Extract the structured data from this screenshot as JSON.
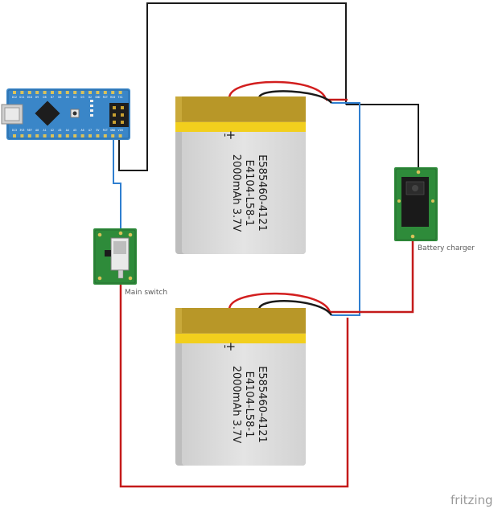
{
  "labels": {
    "main_switch": "Main switch",
    "battery_charger": "Battery charger",
    "brand": "fritzing"
  },
  "batteries": [
    {
      "model": "E585460-4121",
      "code": "E4104-L58-1",
      "spec": "2000mAh 3.7V",
      "minus": "-",
      "plus": "+"
    },
    {
      "model": "E585460-4121",
      "code": "E4104-L58-1",
      "spec": "2000mAh 3.7V",
      "minus": "-",
      "plus": "+"
    }
  ],
  "arduino_pins_top": [
    "D12",
    "D11",
    "D10",
    "D9",
    "D8",
    "D7",
    "D6",
    "D5",
    "D4",
    "D3",
    "D2",
    "GND",
    "RST",
    "RX0",
    "TX1"
  ],
  "arduino_pins_bottom": [
    "D13",
    "3V3",
    "REF",
    "A0",
    "A1",
    "A2",
    "A3",
    "A4",
    "A5",
    "A6",
    "A7",
    "5V",
    "RST",
    "GND",
    "VIN"
  ],
  "colors": {
    "wire_black": "#1a1a1a",
    "wire_red": "#c41a1a",
    "wire_blue": "#2f7fd0",
    "arduino": "#3a86c8",
    "pcb_green": "#2e8b3a",
    "battery_gold": "#c9a93a",
    "battery_yellow": "#f2cf1d",
    "battery_body": "#d8d8d8"
  }
}
